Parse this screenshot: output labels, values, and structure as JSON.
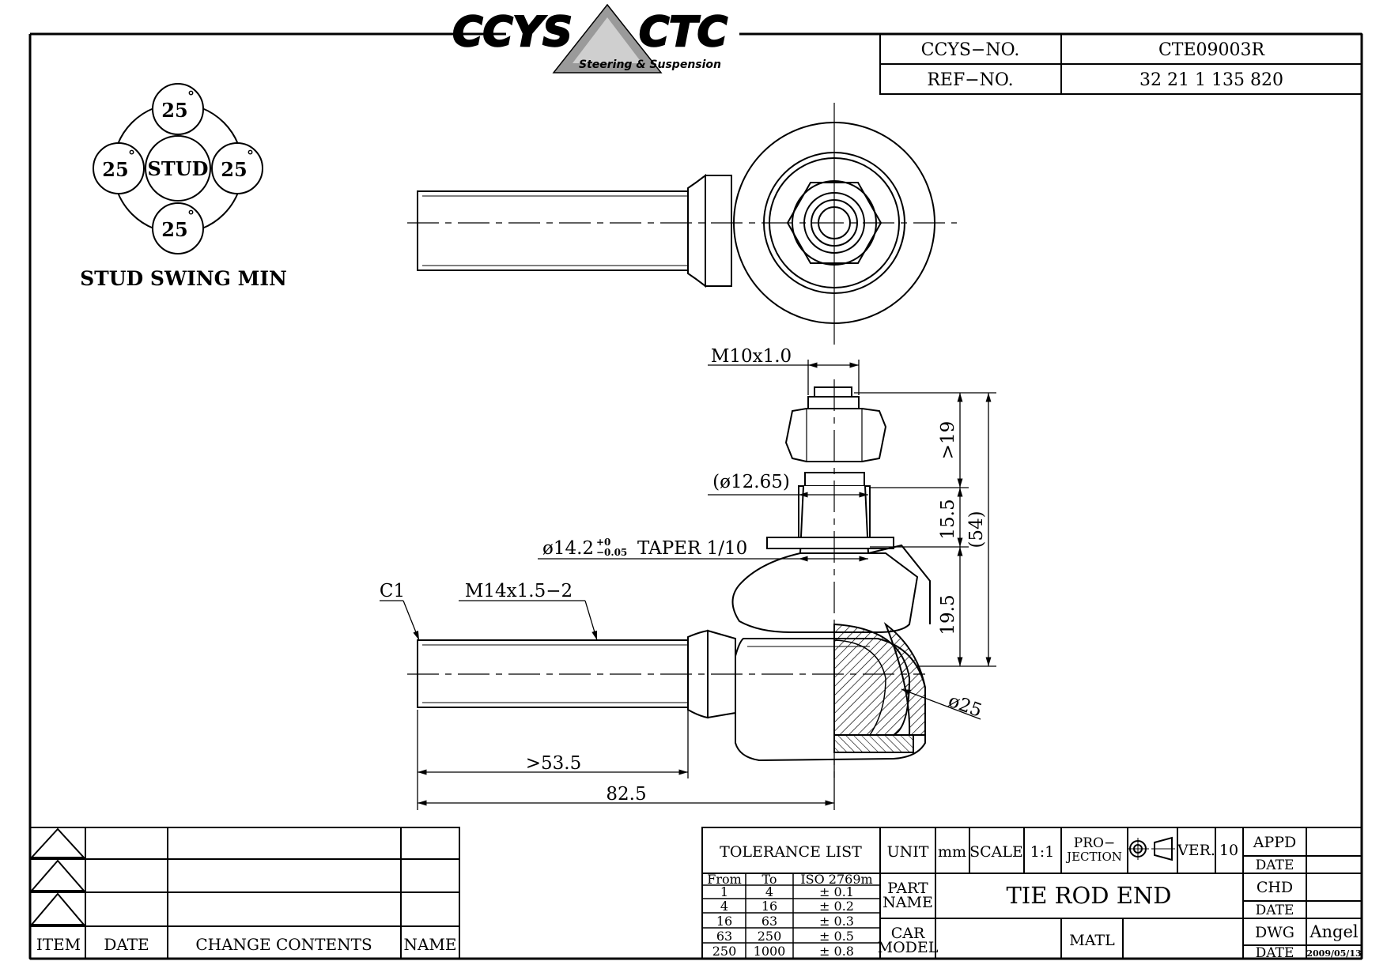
{
  "logo": {
    "brand_left": "CCYS",
    "brand_right": "CTC",
    "tagline": "Steering & Suspension"
  },
  "header": {
    "ccys_no_label": "CCYS−NO.",
    "ccys_no_value": "CTE09003R",
    "ref_no_label": "REF−NO.",
    "ref_no_value": "32 21 1 135 820"
  },
  "stud_swing": {
    "center": "STUD",
    "top": "25",
    "left": "25",
    "right": "25",
    "bottom": "25",
    "degree_mark": "°",
    "title": "STUD SWING MIN"
  },
  "dimensions": {
    "thread_top": "M10x1.0",
    "dim_19": ">19",
    "dim_15_5": "15.5",
    "dim_19_5": "19.5",
    "dim_54": "(54)",
    "dia_12_65": "(ø12.65)",
    "taper_dia": "ø14.2",
    "taper_tol_upper": "+0",
    "taper_tol_lower": "−0.05",
    "taper_label": "TAPER 1/10",
    "chamfer": "C1",
    "shank_thread": "M14x1.5−2",
    "ball_dia": "ø25",
    "shank_length": ">53.5",
    "overall_length": "82.5"
  },
  "revision_table": {
    "col_item": "ITEM",
    "col_date": "DATE",
    "col_change": "CHANGE CONTENTS",
    "col_name": "NAME"
  },
  "title_block": {
    "tolerance_title": "TOLERANCE LIST",
    "tol_headers": [
      "From",
      "To",
      "ISO 2769m"
    ],
    "tol_rows": [
      [
        "1",
        "4",
        "± 0.1"
      ],
      [
        "4",
        "16",
        "± 0.2"
      ],
      [
        "16",
        "63",
        "± 0.3"
      ],
      [
        "63",
        "250",
        "± 0.5"
      ],
      [
        "250",
        "1000",
        "± 0.8"
      ]
    ],
    "unit_label": "UNIT",
    "unit_value": "mm",
    "scale_label": "SCALE",
    "scale_value": "1:1",
    "projection_label_1": "PRO−",
    "projection_label_2": "JECTION",
    "ver_label": "VER.",
    "ver_value": "10",
    "part_name_label_1": "PART",
    "part_name_label_2": "NAME",
    "part_name_value": "TIE ROD END",
    "car_model_label_1": "CAR",
    "car_model_label_2": "MODEL",
    "car_model_value": "",
    "matl_label": "MATL",
    "matl_value": "",
    "appd_label": "APPD",
    "chd_label": "CHD",
    "dwg_label": "DWG",
    "dwg_value": "Angel",
    "date_label": "DATE",
    "dwg_date": "2009/05/13"
  }
}
